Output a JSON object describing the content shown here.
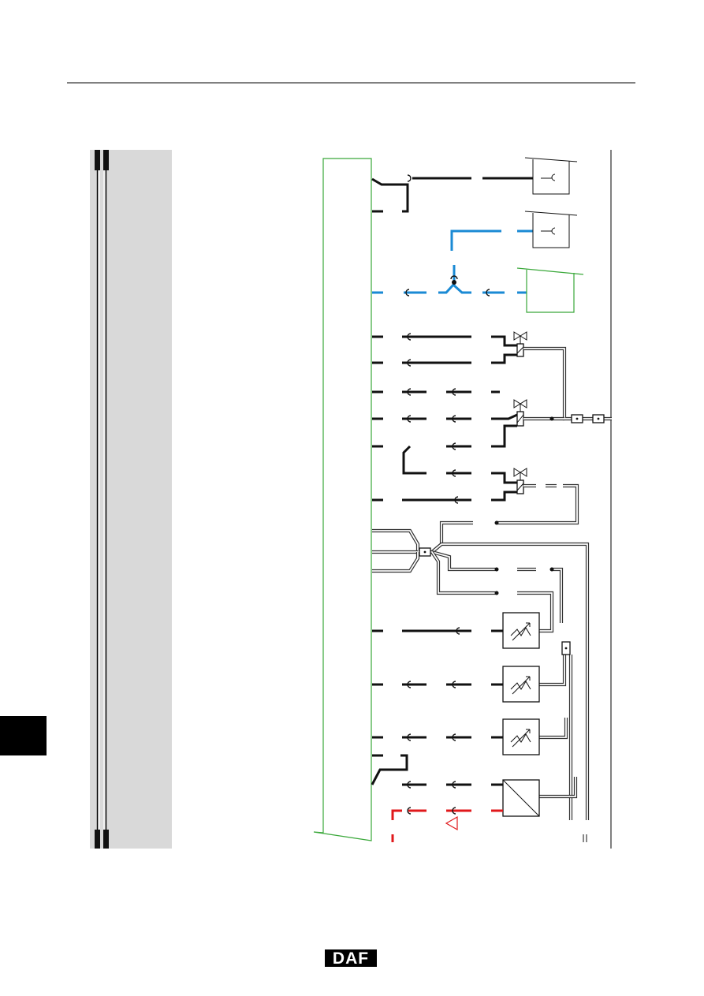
{
  "page": {
    "header_rule": true
  },
  "colors": {
    "sidebar": "#d9d9d9",
    "black_wire": "#111111",
    "blue_wire": "#1a8ad4",
    "red_wire": "#e0181b",
    "green_outline": "#3aa83a",
    "section_tab": "#000000"
  },
  "components": [
    {
      "type": "connector-socket",
      "row": 1
    },
    {
      "type": "connector-socket",
      "row": 2
    },
    {
      "type": "unit-green-outline",
      "row": 3
    },
    {
      "type": "solenoid-valve",
      "row": 4
    },
    {
      "type": "solenoid-valve",
      "row": 6
    },
    {
      "type": "solenoid-valve",
      "row": 8
    },
    {
      "type": "splice",
      "row": 9
    },
    {
      "type": "variable-resistor-sensor",
      "row": 10
    },
    {
      "type": "variable-resistor-sensor",
      "row": 11
    },
    {
      "type": "variable-resistor-sensor",
      "row": 12
    },
    {
      "type": "ecu-box",
      "row": 13
    },
    {
      "type": "ground-triangle-red",
      "row": 14
    }
  ],
  "logo": {
    "text": "DAF"
  }
}
